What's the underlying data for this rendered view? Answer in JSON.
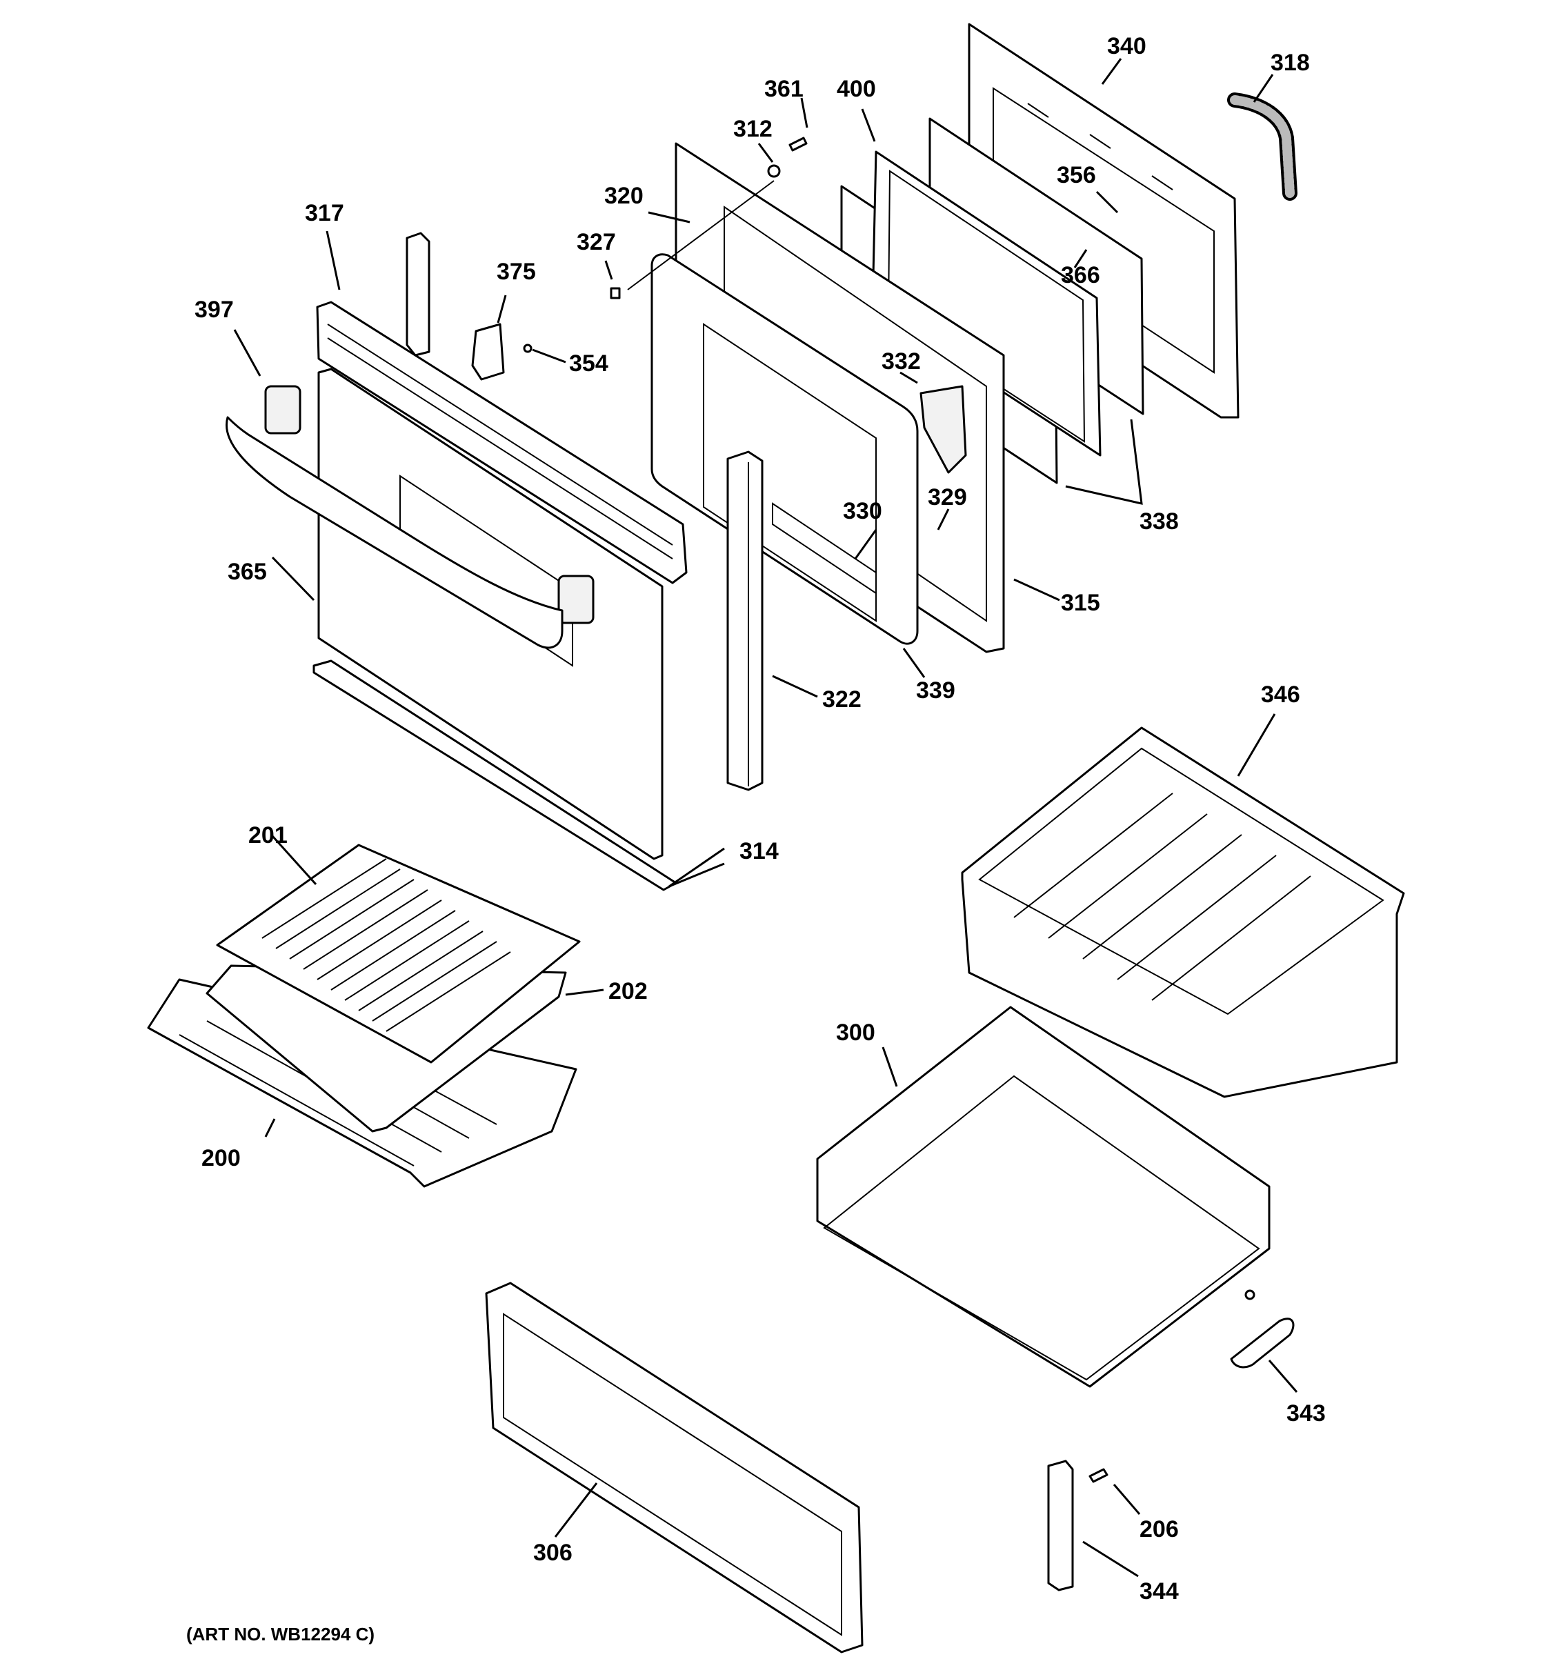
{
  "diagram": {
    "art_number": "(ART NO. WB12294 C)",
    "labels": {
      "p340": "340",
      "p318": "318",
      "p361": "361",
      "p400": "400",
      "p312": "312",
      "p320": "320",
      "p356": "356",
      "p317": "317",
      "p327": "327",
      "p366": "366",
      "p375": "375",
      "p397": "397",
      "p354": "354",
      "p332": "332",
      "p329": "329",
      "p338": "338",
      "p330": "330",
      "p365": "365",
      "p315": "315",
      "p322": "322",
      "p339": "339",
      "p346": "346",
      "p201": "201",
      "p314": "314",
      "p202": "202",
      "p300": "300",
      "p200": "200",
      "p343": "343",
      "p306": "306",
      "p206": "206",
      "p344": "344"
    }
  }
}
